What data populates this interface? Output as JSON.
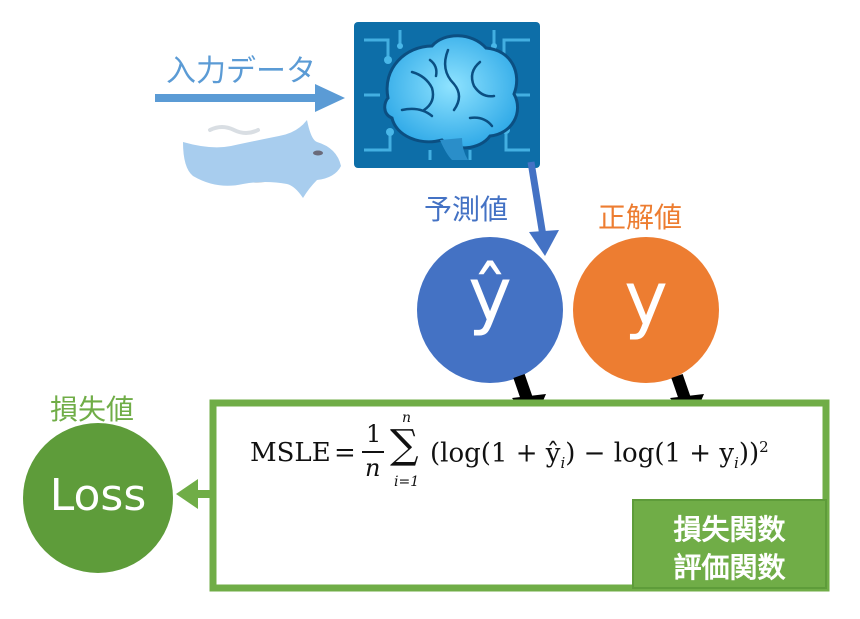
{
  "input_label": "入力データ",
  "prediction_label": "予測値",
  "truth_label": "正解値",
  "loss_label": "損失値",
  "pred_symbol": "ŷ",
  "truth_symbol": "y",
  "loss_symbol": "Loss",
  "function_box": {
    "line1": "損失関数",
    "line2": "評価関数"
  },
  "formula": {
    "lhs": "MSLE",
    "equals": "=",
    "frac_num": "1",
    "frac_den": "n",
    "sum_top": "n",
    "sum_symbol": "∑",
    "sum_bottom": "i=1",
    "body": "(log(1 + ŷ",
    "sub_i_1": "i",
    "body_mid": ") − log(1 + y",
    "sub_i_2": "i",
    "body_end": "))",
    "exponent": "2"
  },
  "colors": {
    "input_blue": "#5b9bd5",
    "pred_blue": "#4472c4",
    "truth_orange": "#ed7d31",
    "green": "#70ad47",
    "loss_green": "#5e9c3a",
    "black_arrow": "#000000",
    "chip_bg": "#0d6ea8"
  },
  "icons": {
    "model": "ai-brain-chip-icon",
    "data": "flying-data-fish-icon"
  }
}
